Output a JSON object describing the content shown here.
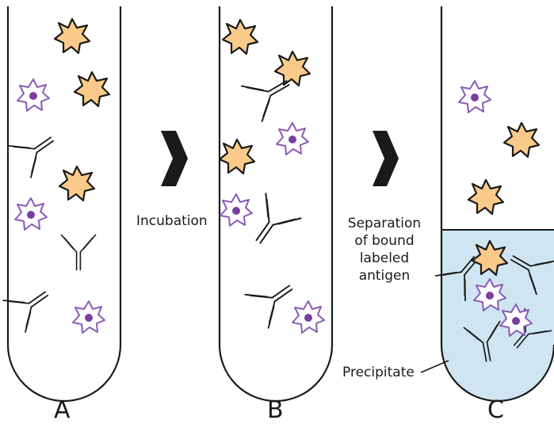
{
  "labels": {
    "step_incubation": "Incubation",
    "separation_lines": [
      "Separation",
      "of bound",
      "labeled",
      "antigen"
    ],
    "precipitate": "Precipitate",
    "tube_a": "A",
    "tube_b": "B",
    "tube_c": "C"
  },
  "colors": {
    "labeled_antigen_fill": "#faca8a",
    "unlabeled_antigen_stroke": "#8a5bb8",
    "unlabeled_antigen_core": "#7a3f9e",
    "precipitate_fill": "#cfe5f1",
    "outline": "#1a1a1a",
    "arrow": "#1a1a1a"
  },
  "icons": [
    "labeled-antigen-icon",
    "unlabeled-antigen-icon",
    "antibody-icon",
    "process-arrow-icon"
  ]
}
